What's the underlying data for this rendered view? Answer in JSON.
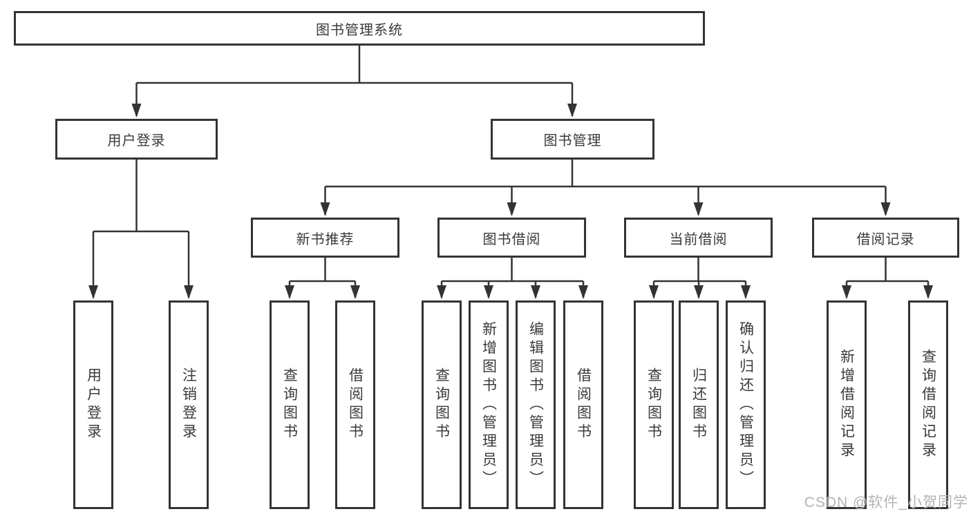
{
  "tree": {
    "root": "图书管理系统",
    "branches": [
      {
        "label": "用户登录",
        "children": [
          "用户登录",
          "注销登录"
        ]
      },
      {
        "label": "图书管理",
        "groups": [
          {
            "label": "新书推荐",
            "children": [
              "查询图书",
              "借阅图书"
            ]
          },
          {
            "label": "图书借阅",
            "children": [
              "查询图书",
              "新增图书（管理员）",
              "编辑图书（管理员）",
              "借阅图书"
            ]
          },
          {
            "label": "当前借阅",
            "children": [
              "查询图书",
              "归还图书",
              "确认归还（管理员）"
            ]
          },
          {
            "label": "借阅记录",
            "children": [
              "新增借阅记录",
              "查询借阅记录"
            ]
          }
        ]
      }
    ]
  },
  "watermark": {
    "text": "CSDN @软件_小贺同学"
  },
  "colors": {
    "line": "#333333",
    "text": "#3a3a3a",
    "box_background": "#ffffff",
    "watermark": "#b3b3b3"
  }
}
